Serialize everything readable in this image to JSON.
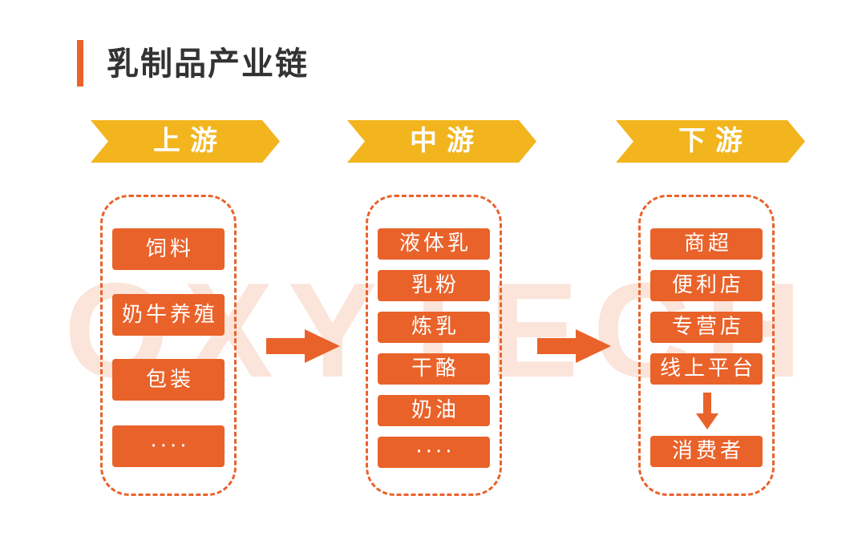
{
  "watermark": "OXYTECH",
  "title": "乳制品产业链",
  "stages": [
    {
      "label": "上游",
      "items": [
        "饲料",
        "奶牛养殖",
        "包装",
        "····"
      ]
    },
    {
      "label": "中游",
      "items": [
        "液体乳",
        "乳粉",
        "炼乳",
        "干酪",
        "奶油",
        "····"
      ]
    },
    {
      "label": "下游",
      "items": [
        "商超",
        "便利店",
        "专营店",
        "线上平台"
      ],
      "end_item": "消费者"
    }
  ],
  "colors": {
    "accent": "#e9622a",
    "banner": "#f2b51e",
    "title_text": "#333333",
    "watermark": "#fbe4da"
  }
}
